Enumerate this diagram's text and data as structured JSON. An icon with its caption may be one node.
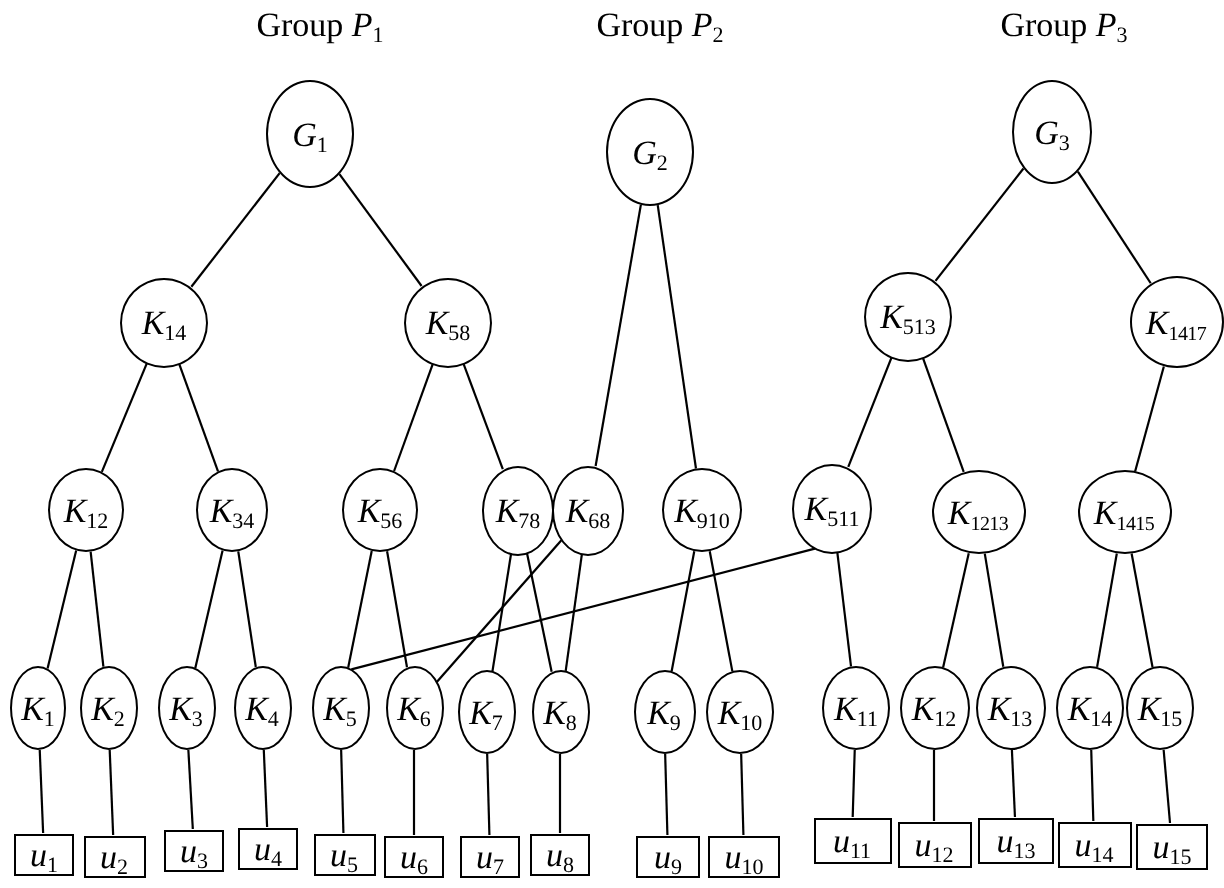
{
  "diagram": {
    "nodes": [
      {
        "text": [
          "*G*$_{1}$"
        ]
      },
      {
        "text": [
          "*G*$_{2}$"
        ]
      },
      {
        "text": [
          "*G*$_{3}$"
        ]
      },
      {
        "text": [
          "*K*$_{14}$"
        ]
      },
      {
        "text": [
          "*K*$_{58}$"
        ]
      },
      {
        "text": [
          "*K*$_{513}$"
        ]
      },
      {
        "text": [
          "*K*$_{1417}$"
        ]
      },
      {
        "text": [
          "*K*$_{12}$"
        ]
      },
      {
        "text": [
          "*K*$_{34}$"
        ]
      },
      {
        "text": [
          "*K*$_{56}$"
        ]
      },
      {
        "text": [
          "*K*$_{78}$"
        ]
      },
      {
        "text": [
          "*K*$_{68}$"
        ]
      },
      {
        "text": [
          "*K*$_{910}$"
        ]
      },
      {
        "text": [
          "*K*$_{511}$"
        ]
      },
      {
        "text": [
          "*K*$_{1213}$"
        ]
      },
      {
        "text": [
          "*K*$_{1415}$"
        ]
      },
      {
        "text": [
          "*K*$_{1}$"
        ]
      },
      {
        "text": [
          "*K*$_{2}$"
        ]
      },
      {
        "text": [
          "*K*$_{3}$"
        ]
      },
      {
        "text": [
          "*K*$_{4}$"
        ]
      },
      {
        "text": [
          "*K*$_{5}$"
        ]
      },
      {
        "text": [
          "*K*$_{6}$"
        ]
      },
      {
        "text": [
          "*K*$_{7}$"
        ]
      },
      {
        "text": [
          "*K*$_{8}$"
        ]
      },
      {
        "text": [
          "*K*$_{9}$"
        ]
      },
      {
        "text": [
          "*K*$_{10}$"
        ]
      },
      {
        "text": [
          "*K*$_{11}$"
        ]
      },
      {
        "text": [
          "*K*$_{12}$"
        ]
      },
      {
        "text": [
          "*K*$_{13}$"
        ]
      },
      {
        "text": [
          "*K*$_{14}$"
        ]
      },
      {
        "text": [
          "*K*$_{15}$"
        ]
      },
      {
        "text": [
          "*u*$_{1}$"
        ]
      },
      {
        "text": [
          "*u*$_{2}$"
        ]
      },
      {
        "text": [
          "*u*$_{3}$"
        ]
      },
      {
        "text": [
          "*u*$_{4}$"
        ]
      },
      {
        "text": [
          "*u*$_{5}$"
        ]
      },
      {
        "text": [
          "*u*$_{6}$"
        ]
      },
      {
        "text": [
          "*u*$_{7}$"
        ]
      },
      {
        "text": [
          "*u*$_{8}$"
        ]
      },
      {
        "text": [
          "*u*$_{9}$"
        ]
      },
      {
        "text": [
          "*u*$_{10}$"
        ]
      },
      {
        "text": [
          "*u*$_{11}$"
        ]
      },
      {
        "text": [
          "*u*$_{12}$"
        ]
      },
      {
        "text": [
          "*u*$_{13}$"
        ]
      },
      {
        "text": [
          "*u*$_{14}$"
        ]
      },
      {
        "text": [
          "*u*$_{15}$"
        ]
      }
    ],
    "edges": [
      {
        "from": 0,
        "to": 3,
        "arrow": "none"
      },
      {
        "from": 0,
        "to": 4,
        "arrow": "none"
      },
      {
        "from": 1,
        "to": 11,
        "arrow": "none"
      },
      {
        "from": 1,
        "to": 12,
        "arrow": "none"
      },
      {
        "from": 2,
        "to": 5,
        "arrow": "none"
      },
      {
        "from": 2,
        "to": 6,
        "arrow": "none"
      },
      {
        "from": 3,
        "to": 7,
        "arrow": "none"
      },
      {
        "from": 3,
        "to": 8,
        "arrow": "none"
      },
      {
        "from": 4,
        "to": 9,
        "arrow": "none"
      },
      {
        "from": 4,
        "to": 10,
        "arrow": "none"
      },
      {
        "from": 5,
        "to": 13,
        "arrow": "none"
      },
      {
        "from": 5,
        "to": 14,
        "arrow": "none"
      },
      {
        "from": 6,
        "to": 15,
        "arrow": "none"
      },
      {
        "from": 7,
        "to": 16,
        "arrow": "none"
      },
      {
        "from": 7,
        "to": 17,
        "arrow": "none"
      },
      {
        "from": 8,
        "to": 18,
        "arrow": "none"
      },
      {
        "from": 8,
        "to": 19,
        "arrow": "none"
      },
      {
        "from": 9,
        "to": 20,
        "arrow": "none"
      },
      {
        "from": 9,
        "to": 21,
        "arrow": "none"
      },
      {
        "from": 10,
        "to": 22,
        "arrow": "none"
      },
      {
        "from": 10,
        "to": 23,
        "arrow": "none"
      },
      {
        "from": 11,
        "to": 21,
        "arrow": "none"
      },
      {
        "from": 11,
        "to": 23,
        "arrow": "none"
      },
      {
        "from": 12,
        "to": 24,
        "arrow": "none"
      },
      {
        "from": 12,
        "to": 25,
        "arrow": "none"
      },
      {
        "from": 13,
        "to": 20,
        "arrow": "none"
      },
      {
        "from": 13,
        "to": 26,
        "arrow": "none"
      },
      {
        "from": 14,
        "to": 27,
        "arrow": "none"
      },
      {
        "from": 14,
        "to": 28,
        "arrow": "none"
      },
      {
        "from": 15,
        "to": 29,
        "arrow": "none"
      },
      {
        "from": 15,
        "to": 30,
        "arrow": "none"
      },
      {
        "from": 16,
        "to": 31,
        "arrow": "none"
      },
      {
        "from": 17,
        "to": 32,
        "arrow": "none"
      },
      {
        "from": 18,
        "to": 33,
        "arrow": "none"
      },
      {
        "from": 19,
        "to": 34,
        "arrow": "none"
      },
      {
        "from": 20,
        "to": 35,
        "arrow": "none"
      },
      {
        "from": 21,
        "to": 36,
        "arrow": "none"
      },
      {
        "from": 22,
        "to": 37,
        "arrow": "none"
      },
      {
        "from": 23,
        "to": 38,
        "arrow": "none"
      },
      {
        "from": 24,
        "to": 39,
        "arrow": "none"
      },
      {
        "from": 25,
        "to": 40,
        "arrow": "none"
      },
      {
        "from": 26,
        "to": 41,
        "arrow": "none"
      },
      {
        "from": 27,
        "to": 42,
        "arrow": "none"
      },
      {
        "from": 28,
        "to": 43,
        "arrow": "none"
      },
      {
        "from": 29,
        "to": 44,
        "arrow": "none"
      },
      {
        "from": 30,
        "to": 45,
        "arrow": "none"
      }
    ],
    "labels": [
      "Group *P*$_{1}$",
      "Group *P*$_{2}$",
      "Group *P*$_{3}$"
    ]
  }
}
